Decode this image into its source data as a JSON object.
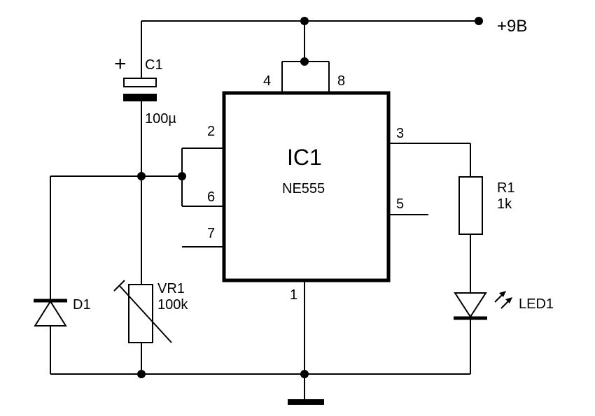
{
  "supply": {
    "label": "+9В"
  },
  "capacitor": {
    "ref": "C1",
    "value": "100µ",
    "polarity": "+"
  },
  "ic": {
    "ref": "IC1",
    "part": "NE555",
    "pins": {
      "p1": "1",
      "p2": "2",
      "p3": "3",
      "p4": "4",
      "p5": "5",
      "p6": "6",
      "p7": "7",
      "p8": "8"
    }
  },
  "resistor": {
    "ref": "R1",
    "value": "1k"
  },
  "trimmer": {
    "ref": "VR1",
    "value": "100k"
  },
  "diode": {
    "ref": "D1"
  },
  "led": {
    "ref": "LED1"
  },
  "colors": {
    "ink": "#000000",
    "background": "#ffffff"
  }
}
